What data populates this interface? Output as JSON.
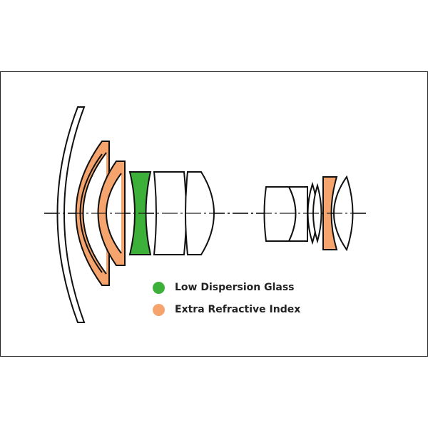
{
  "colors": {
    "low_dispersion": "#3db03a",
    "extra_refractive": "#f4a46c",
    "outline": "#111111",
    "clear_glass": "#ffffff"
  },
  "legend": [
    {
      "label": "Low Dispersion Glass",
      "color": "#3db03a"
    },
    {
      "label": "Extra Refractive  Index",
      "color": "#f4a46c"
    }
  ],
  "lens_elements": [
    {
      "group": "front",
      "element": 1,
      "glass": "standard"
    },
    {
      "group": "front",
      "element": 2,
      "glass": "extra_refractive"
    },
    {
      "group": "front",
      "element": 3,
      "glass": "extra_refractive"
    },
    {
      "group": "front",
      "element": 4,
      "glass": "low_dispersion"
    },
    {
      "group": "front",
      "element": 5,
      "glass": "standard"
    },
    {
      "group": "front",
      "element": 6,
      "glass": "standard"
    },
    {
      "group": "rear",
      "element": 7,
      "glass": "standard"
    },
    {
      "group": "rear",
      "element": 8,
      "glass": "standard"
    },
    {
      "group": "rear",
      "element": 9,
      "glass": "standard"
    },
    {
      "group": "rear",
      "element": 10,
      "glass": "standard"
    },
    {
      "group": "rear",
      "element": 11,
      "glass": "extra_refractive"
    },
    {
      "group": "rear",
      "element": 12,
      "glass": "standard"
    }
  ]
}
